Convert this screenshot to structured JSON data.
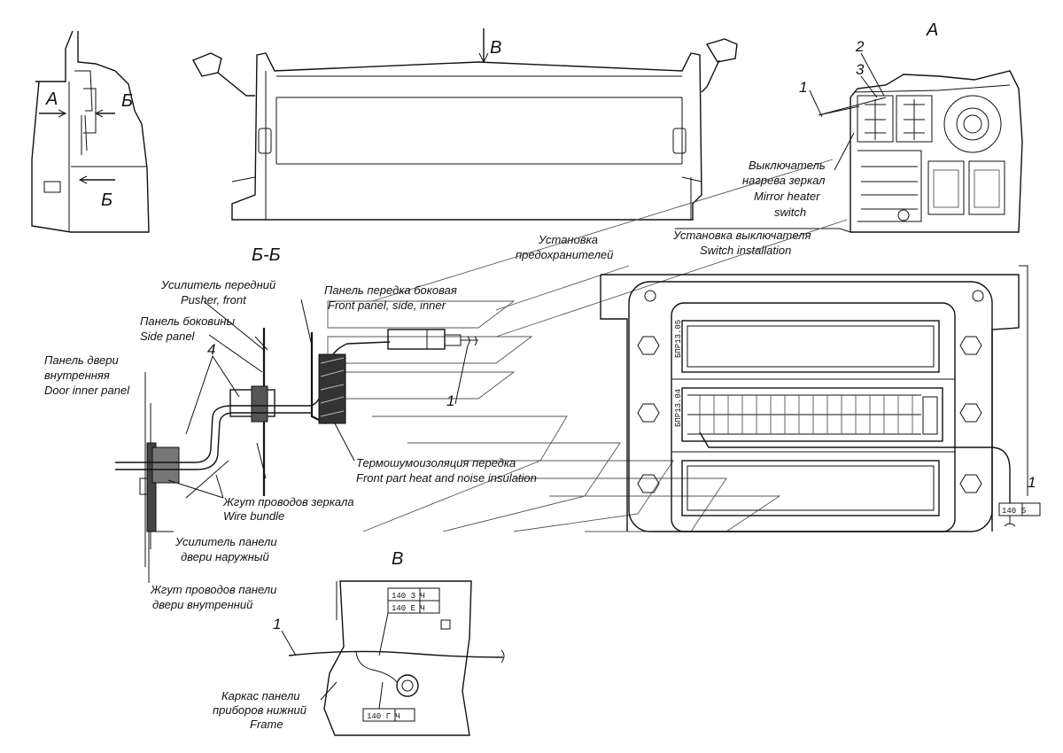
{
  "views": {
    "view_a": "А",
    "view_v_top": "В",
    "section_bb": "Б-Б",
    "view_v": "В",
    "mark_a": "А",
    "mark_b_top": "Б",
    "mark_b_bottom": "Б"
  },
  "callouts": {
    "n1_top": "1",
    "n2": "2",
    "n3": "3",
    "n4": "4",
    "n1_mid": "1",
    "n1_right": "1",
    "n1_bottom": "1"
  },
  "labels": {
    "mirror_switch_ru_1": "Выключатель",
    "mirror_switch_ru_2": "нагрева зеркал",
    "mirror_switch_en_1": "Mirror heater",
    "mirror_switch_en_2": "switch",
    "switch_install_ru": "Установка выключателя",
    "switch_install_en": "Switch installation",
    "fuse_install_ru_1": "Установка",
    "fuse_install_ru_2": "предохранителей",
    "pusher_ru": "Усилитель передний",
    "pusher_en": "Pusher, front",
    "side_panel_ru": "Панель боковины",
    "side_panel_en": "Side panel",
    "front_panel_ru": "Панель передка боковая",
    "front_panel_en": "Front panel, side, inner",
    "door_panel_ru_1": "Панель двери",
    "door_panel_ru_2": "внутренняя",
    "door_panel_en": "Door inner panel",
    "insulation_ru": "Термошумоизоляция передка",
    "insulation_en": "Front part heat and noise insulation",
    "wire_mirror_ru": "Жгут проводов зеркала",
    "wire_mirror_en": "Wire bundle",
    "door_reinf_ru_1": "Усилитель панели",
    "door_reinf_ru_2": "двери наружный",
    "door_wire_ru_1": "Жгут проводов панели",
    "door_wire_ru_2": "двери внутренний",
    "frame_ru_1": "Каркас панели",
    "frame_ru_2": "приборов нижний",
    "frame_en": "Frame"
  },
  "tags": {
    "fuse_block_top": "БПР13.05",
    "fuse_block_mid": "БПР13.04",
    "wire_tag_right": "140 Б",
    "wire_tag_v1": "140 З Ч",
    "wire_tag_v2": "140 Е Ч",
    "wire_tag_v3": "140 Г Ч"
  }
}
